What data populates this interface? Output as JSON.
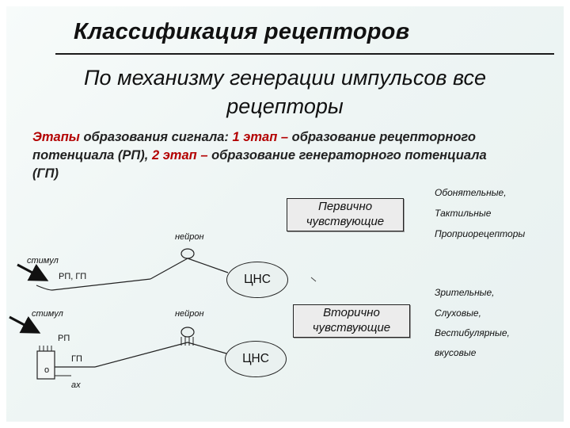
{
  "title": "Классификация рецепторов",
  "subtitle": "По механизму генерации импульсов все рецепторы",
  "stages": {
    "part1": "Этапы",
    "part2": " образования сигнала: ",
    "part3": "1 этап –",
    "part4": " образование рецепторного потенциала (РП), ",
    "part5": "2 этап –",
    "part6": " образование генераторного потенциала (ГП)"
  },
  "primary": {
    "box_line1": "Первично",
    "box_line2": "чувствующие",
    "neuron_label": "нейрон",
    "stimulus_label": "стимул",
    "potential_label": "РП, ГП",
    "cns_label": "ЦНС",
    "examples": [
      "Обонятельные,",
      "Тактильные",
      "Проприорецепторы"
    ]
  },
  "secondary": {
    "box_line1": "Вторично",
    "box_line2": "чувствующие",
    "neuron_label": "нейрон",
    "stimulus_label": "стимул",
    "rp_label": "РП",
    "gp_label": "ГП",
    "o_label": "о",
    "ax_label": "ах",
    "cns_label": "ЦНС",
    "examples": [
      "Зрительные,",
      "Слуховые,",
      "Вестибулярные,",
      "вкусовые"
    ]
  }
}
